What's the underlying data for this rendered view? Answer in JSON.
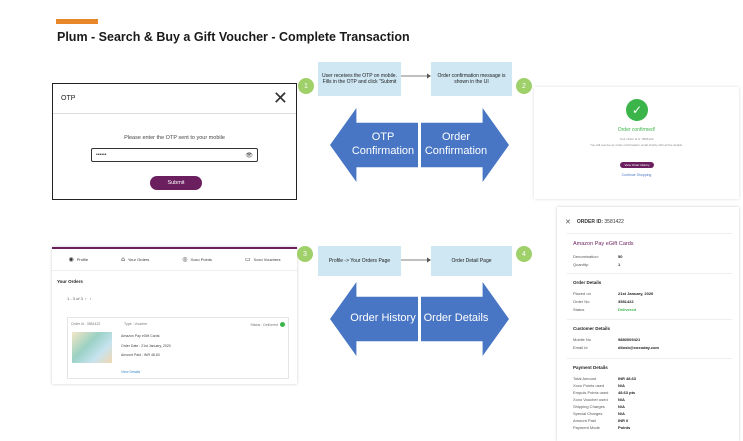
{
  "slide": {
    "title": "Plum - Search & Buy a Gift Voucher - Complete Transaction",
    "accent_color": "#e8862a"
  },
  "otp_dialog": {
    "title": "OTP",
    "message": "Please enter the OTP sent to your mobile",
    "input_value": "••••••",
    "submit_label": "Submit"
  },
  "steps": [
    {
      "number": "1",
      "text": "User receives the OTP on mobile. Fills in the OTP and click \"Submit"
    },
    {
      "number": "2",
      "text": "Order confirmation message is shown in the UI"
    },
    {
      "number": "3",
      "text": "Profile -> Your Orders Page"
    },
    {
      "number": "4",
      "text": "Order Detail Page"
    }
  ],
  "arrows": {
    "otp_confirmation": "OTP Confirmation",
    "order_confirmation": "Order Confirmation",
    "order_history": "Order History",
    "order_details": "Order Details"
  },
  "confirmation": {
    "title": "Order confirmed!",
    "subtitle": "Your Order id is: 3581422",
    "note": "You will receive an order confirmation email shortly with all the details.",
    "view_history_label": "View Order History",
    "continue_label": "Continue Shopping"
  },
  "orders_page": {
    "nav": [
      {
        "icon": "user-icon",
        "label": "Profile"
      },
      {
        "icon": "bag-icon",
        "label": "Your Orders"
      },
      {
        "icon": "points-icon",
        "label": "Xoxo Points"
      },
      {
        "icon": "voucher-icon",
        "label": "Xoxo Vouchers"
      }
    ],
    "heading": "Your Orders",
    "pager": "1 - 3 of 3",
    "card": {
      "order_id": "Order Id : 3581422",
      "type": "Type : Voucher",
      "status": "Status : Delivered",
      "product": "Amazon Pay eGift Cards",
      "order_date": "Order Date : 21st January, 2020",
      "amount_paid": "Amount Paid : INR 48.63",
      "view_details": "View Details"
    }
  },
  "order_detail": {
    "order_id_label": "ORDER ID:",
    "order_id": "3581422",
    "product": "Amazon Pay eGift Cards",
    "denomination_label": "Denomination:",
    "denomination": "50",
    "quantity_label": "Quantity:",
    "quantity": "1",
    "order_details_heading": "Order Details",
    "placed_on_label": "Placed on",
    "placed_on": "21st January, 2020",
    "order_no_label": "Order No",
    "order_no": "3581422",
    "status_label": "Status",
    "status": "Delivered",
    "customer_heading": "Customer Details",
    "mobile_label": "Mobile No",
    "mobile": "9880009421",
    "email_label": "Email Id",
    "email": "dilosb@xoxoday.com",
    "payment_heading": "Payment Details",
    "payments": [
      {
        "label": "Total Amount",
        "value": "INR 48.63"
      },
      {
        "label": "Xoxo Points used",
        "value": "N/A"
      },
      {
        "label": "Empuls Points used",
        "value": "48.63 pts"
      },
      {
        "label": "Xoxo Voucher used",
        "value": "N/A"
      },
      {
        "label": "Shipping Charges",
        "value": "N/A"
      },
      {
        "label": "Special Charges",
        "value": "N/A"
      },
      {
        "label": "Amount Paid",
        "value": "INR 0"
      },
      {
        "label": "Payment Mode",
        "value": "Points"
      }
    ]
  }
}
